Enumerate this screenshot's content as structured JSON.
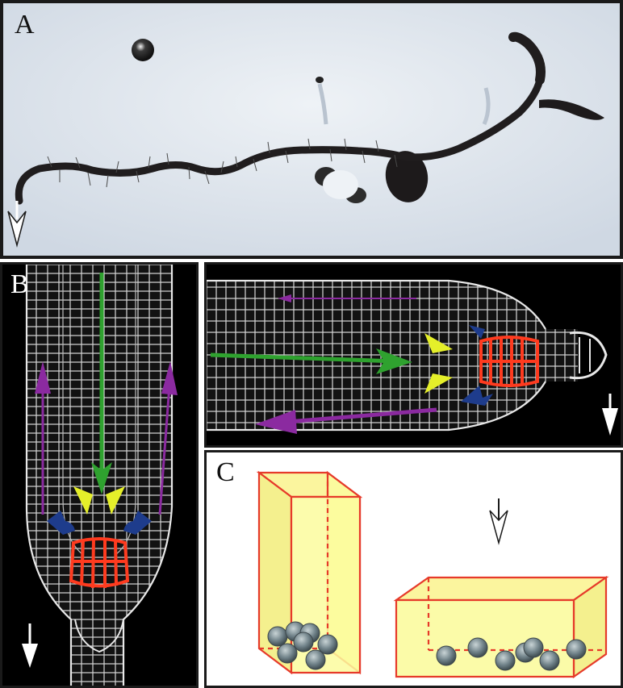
{
  "figure": {
    "panels": [
      {
        "label": "A"
      },
      {
        "label": "B"
      },
      {
        "label": "C"
      }
    ]
  },
  "colors": {
    "frame": "#1a1a1a",
    "panel_a_background": "#dfe6ee",
    "root_dark": "#201d1e",
    "cell_wall": "#e8e8e8",
    "columella_red": "#ff3b1f",
    "arrow_green": "#2fa22f",
    "arrow_yellow": "#e5ef2a",
    "arrow_purple": "#8b2aa0",
    "arrow_blue": "#1e3c8c",
    "box_yellow": "#fbfb9e",
    "box_edge": "#e63a2a",
    "statolith": "#6f8188"
  },
  "icons": {
    "gravity_vector": "gravity-arrow-icon"
  }
}
